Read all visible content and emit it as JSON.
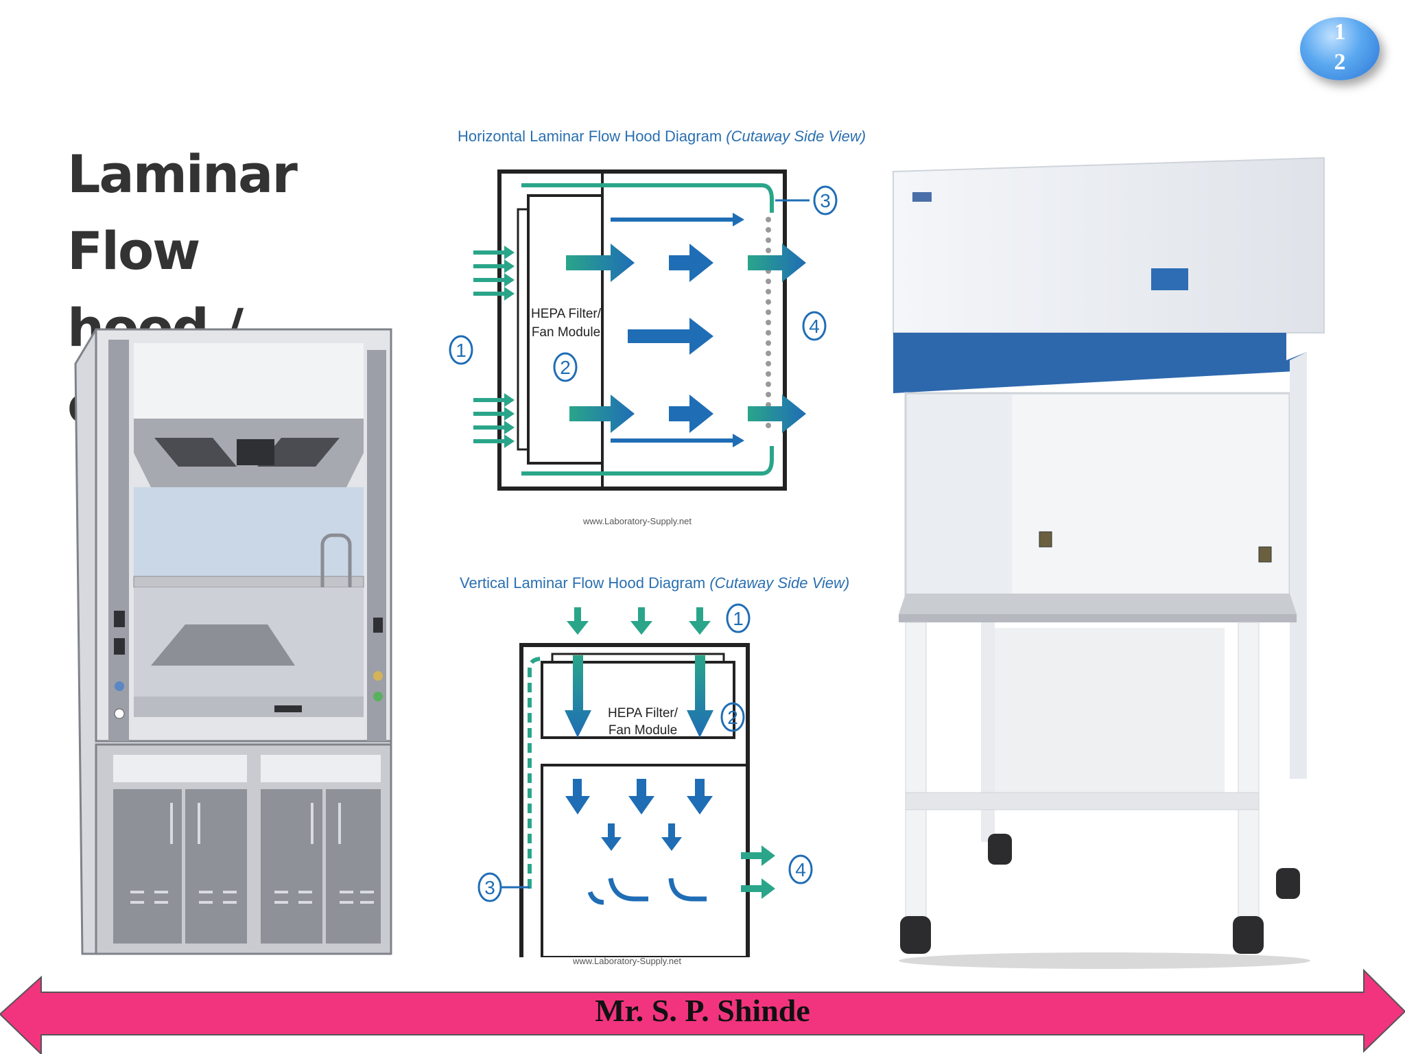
{
  "slide": {
    "title_line1": "Laminar Flow",
    "title_line2": "hood / cabinet",
    "page_number_line1": "1",
    "page_number_line2": "2"
  },
  "horizontal_diagram": {
    "title": "Horizontal Laminar Flow Hood Diagram",
    "title_view": "(Cutaway Side View)",
    "filter_label_line1": "HEPA Filter/",
    "filter_label_line2": "Fan Module",
    "callouts": [
      "1",
      "2",
      "3",
      "4"
    ],
    "credit": "www.Laboratory-Supply.net"
  },
  "vertical_diagram": {
    "title": "Vertical Laminar Flow Hood Diagram",
    "title_view": "(Cutaway Side View)",
    "filter_label_line1": "HEPA Filter/",
    "filter_label_line2": "Fan Module",
    "callouts": [
      "1",
      "2",
      "3",
      "4"
    ],
    "credit": "www.Laboratory-Supply.net"
  },
  "footer": {
    "author": "Mr. S. P. Shinde",
    "banner_color": "#f2347e"
  },
  "colors": {
    "flow_blue": "#1f6db5",
    "flow_teal": "#2aa58a",
    "cabinet_blue": "#2d68ad"
  }
}
